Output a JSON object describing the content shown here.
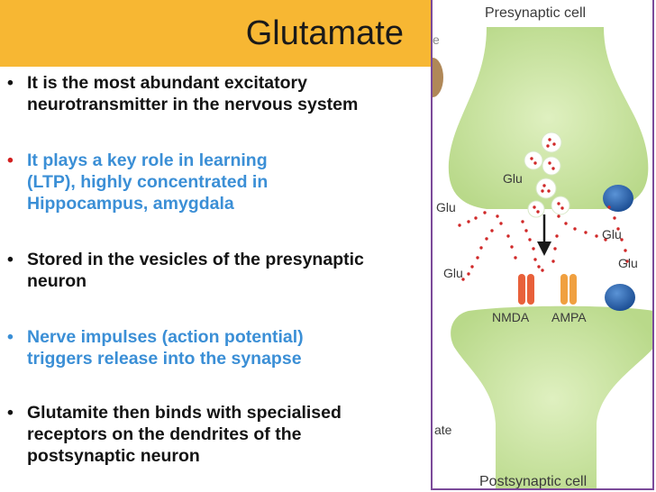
{
  "slide": {
    "title": "Glutamate",
    "bullets": [
      {
        "text": "It is the most abundant excitatory\nneurotransmitter in the nervous system",
        "color": "#141414",
        "bullet_color": "#141414"
      },
      {
        "text": " It plays a key role in learning\n(LTP), highly concentrated in\nHippocampus, amygdala",
        "color": "#3b8fd6",
        "bullet_color": "#d22020"
      },
      {
        "text": "Stored in the vesicles of the presynaptic\nneuron",
        "color": "#141414",
        "bullet_color": "#141414"
      },
      {
        "text": "Nerve impulses (action potential)\ntriggers release into the synapse",
        "color": "#3b8fd6",
        "bullet_color": "#3b8fd6"
      },
      {
        "text": "Glutamite then binds with specialised\nreceptors on the dendrites of the\npostsynaptic neuron",
        "color": "#141414",
        "bullet_color": "#141414"
      }
    ],
    "bullet_symbol": "•"
  },
  "figure": {
    "presynaptic_label": "Presynaptic cell",
    "postsynaptic_label": "Postsynaptic cell",
    "glu_labels": [
      "Glu",
      "Glu",
      "Glu",
      "Glu",
      "Glu"
    ],
    "nmda_label": "NMDA",
    "ampa_label": "AMPA",
    "edge_fragment_top": "e",
    "edge_fragment_bottom": "ate"
  },
  "colors": {
    "title_bar": "#f7b733",
    "cell_green": "#c9e3a0",
    "vesicle_dot": "#d02828",
    "nmda": "#e8603a",
    "ampa": "#f0a040",
    "transporter": "#2f6db5",
    "frame": "#7b4a9a"
  }
}
